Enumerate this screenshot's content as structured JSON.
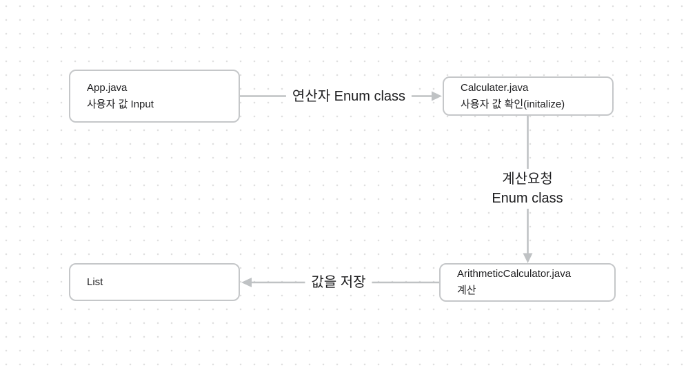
{
  "theme": {
    "bg": "#ffffff",
    "dot_color": "#dfdfdf",
    "stroke_color": "#c5c7c9",
    "arrow_color": "#bfc2c4",
    "text_color": "#1d1d1f"
  },
  "nodes": [
    {
      "id": "app-java",
      "lines": [
        "App.java",
        "사용자 값 Input"
      ]
    },
    {
      "id": "calculater-java",
      "lines": [
        "Calculater.java",
        "사용자 값 확인(initalize)"
      ]
    },
    {
      "id": "arithmetic-calculator-java",
      "lines": [
        "ArithmeticCalculator.java",
        "계산"
      ]
    },
    {
      "id": "list",
      "lines": [
        "List"
      ]
    }
  ],
  "edges": [
    {
      "from": "app-java",
      "to": "calculater-java",
      "label": "연산자 Enum class"
    },
    {
      "from": "calculater-java",
      "to": "arithmetic-calculator-java",
      "label_lines": [
        "계산요청",
        "Enum class"
      ]
    },
    {
      "from": "arithmetic-calculator-java",
      "to": "list",
      "label": "값을 저장"
    }
  ]
}
